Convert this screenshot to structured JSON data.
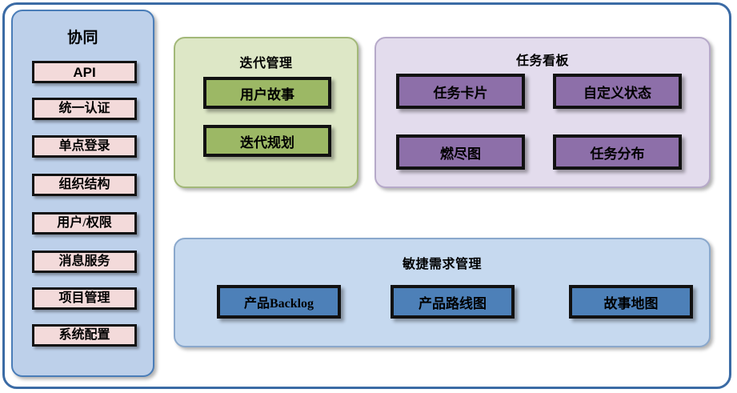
{
  "diagram": {
    "colors": {
      "frame_border": "#3b6ba5",
      "sidebar_bg": "#bdd0ea",
      "sidebar_item_bg": "#f3dada",
      "iteration_bg": "#dde7c6",
      "iteration_item_bg": "#9cb865",
      "taskboard_bg": "#e3dced",
      "taskboard_item_bg": "#8d6fa9",
      "agile_bg": "#c6d9ef",
      "agile_item_bg": "#4d80b8",
      "item_border": "#111111"
    }
  },
  "sidebar": {
    "title": "协同",
    "items": [
      {
        "label": "API"
      },
      {
        "label": "统一认证"
      },
      {
        "label": "单点登录"
      },
      {
        "label": "组织结构"
      },
      {
        "label": "用户/权限"
      },
      {
        "label": "消息服务"
      },
      {
        "label": "项目管理"
      },
      {
        "label": "系统配置"
      }
    ]
  },
  "iteration": {
    "title": "迭代管理",
    "items": [
      {
        "label": "用户故事"
      },
      {
        "label": "迭代规划"
      }
    ]
  },
  "taskboard": {
    "title": "任务看板",
    "items": [
      {
        "label": "任务卡片"
      },
      {
        "label": "自定义状态"
      },
      {
        "label": "燃尽图"
      },
      {
        "label": "任务分布"
      }
    ]
  },
  "agile": {
    "title": "敏捷需求管理",
    "items": [
      {
        "label": "产品Backlog"
      },
      {
        "label": "产品路线图"
      },
      {
        "label": "故事地图"
      }
    ]
  }
}
